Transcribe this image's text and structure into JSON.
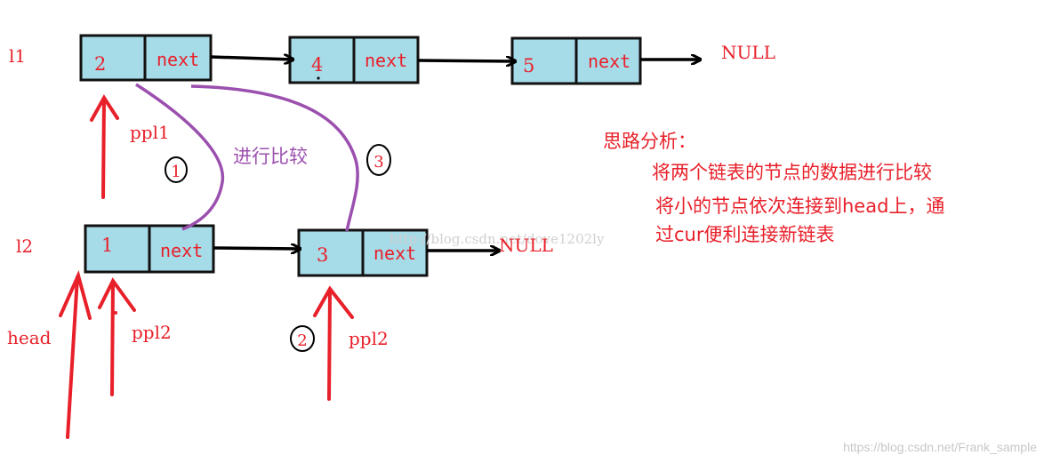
{
  "colors": {
    "node_fill": "#a6dbe8",
    "node_stroke": "#111111",
    "red": "#e8202a",
    "purple": "#9b4fae",
    "black": "#000000"
  },
  "lists": {
    "l1": {
      "label": "l1",
      "nodes": [
        {
          "value": "2",
          "next": "next"
        },
        {
          "value": "4",
          "next": "next"
        },
        {
          "value": "5",
          "next": "next"
        }
      ],
      "terminal": "NULL"
    },
    "l2": {
      "label": "l2",
      "nodes": [
        {
          "value": "1",
          "next": "next"
        },
        {
          "value": "3",
          "next": "next"
        }
      ],
      "terminal": "NULL"
    }
  },
  "pointers": {
    "ppl1": "ppl1",
    "head": "head",
    "ppl2_a": "ppl2",
    "ppl2_b": "ppl2"
  },
  "compare": {
    "label": "进行比较",
    "steps": [
      "1",
      "2",
      "3"
    ]
  },
  "analysis": {
    "title": "思路分析：",
    "lines": [
      "将两个链表的节点的数据进行比较",
      "将小的节点依次连接到head上，通",
      "过cur便利连接新链表"
    ]
  },
  "watermarks": {
    "center": "http://blog.csdn.net/dove1202ly",
    "bottom": "https://blog.csdn.net/Frank_sample"
  },
  "icons": {
    "arrow": "arrow-right-icon",
    "pointer": "arrow-up-icon",
    "step": "circled-number-icon"
  }
}
